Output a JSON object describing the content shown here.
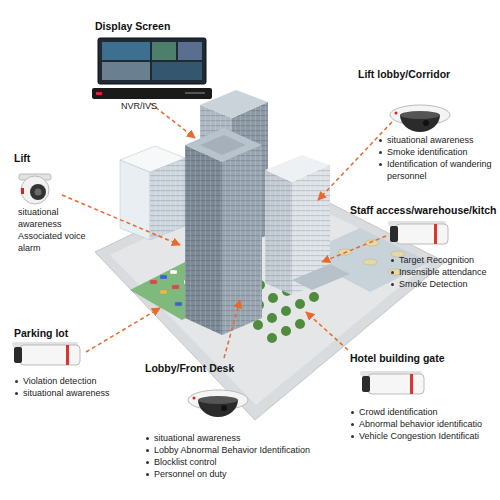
{
  "diagram": {
    "nodes": [
      {
        "text": [
          "Display Screen",
          "NVR/IVS"
        ]
      },
      {
        "text": [
          "Lift lobby/Corridor",
          "situational awareness",
          "Smoke identification",
          "Identification of wandering personnel"
        ]
      },
      {
        "text": [
          "Lift",
          "situational awareness",
          "Associated voice alarm"
        ]
      },
      {
        "text": [
          "Staff access/warehouse/kitch",
          "Target Recognition",
          "Insensible attendance",
          "Smoke Detection"
        ]
      },
      {
        "text": [
          "Parking lot",
          "Violation detection",
          "situational awareness"
        ]
      },
      {
        "text": [
          "Hotel building gate",
          "Crowd identification",
          "Abnormal behavior identificatio",
          "Vehicle Congestion Identificati"
        ]
      },
      {
        "text": [
          "Lobby/Front Desk",
          "situational awareness",
          "Lobby Abnormal Behavior Identification",
          "Blocklist control",
          "Personnel on duty"
        ]
      }
    ]
  }
}
